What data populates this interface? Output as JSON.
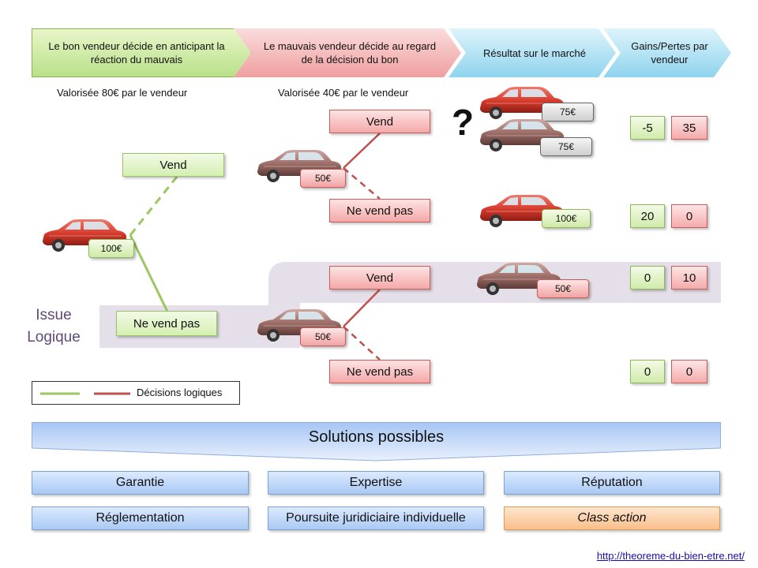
{
  "headers": {
    "step1": "Le bon vendeur décide en anticipant la réaction du mauvais",
    "step2": "Le mauvais vendeur  décide au regard de la décision du bon",
    "step3": "Résultat sur le marché",
    "step4": "Gains/Pertes par vendeur"
  },
  "valuations": {
    "good": "Valorisée 80€ par le vendeur",
    "bad": "Valorisée 40€ par le vendeur"
  },
  "tree": {
    "root_price": "100€",
    "good_sell": "Vend",
    "good_not_sell": "Ne vend pas",
    "branch1_price": "50€",
    "branch2_price": "50€",
    "bad_sell_1": "Vend",
    "bad_not_sell_1": "Ne vend pas",
    "bad_sell_2": "Vend",
    "bad_not_sell_2": "Ne vend pas"
  },
  "question_mark": "?",
  "results": {
    "r1_price_a": "75€",
    "r1_price_b": "75€",
    "r2_price": "100€",
    "r3_price": "50€"
  },
  "payoffs": [
    {
      "good": "-5",
      "bad": "35"
    },
    {
      "good": "20",
      "bad": "0"
    },
    {
      "good": "0",
      "bad": "10"
    },
    {
      "good": "0",
      "bad": "0"
    }
  ],
  "logical_outcome": "Issue Logique",
  "legend_label": "Décisions logiques",
  "solutions_title": "Solutions possibles",
  "solutions": [
    "Garantie",
    "Expertise",
    "Réputation",
    "Réglementation",
    "Poursuite juridiciaire individuelle",
    "Class action"
  ],
  "footer_link": "http://theoreme-du-bien-etre.net/",
  "colors": {
    "green": "#9bc760",
    "red": "#c0504d",
    "purple": "#5f497a",
    "band": "#e4dfe8",
    "link": "#1a0dab"
  }
}
